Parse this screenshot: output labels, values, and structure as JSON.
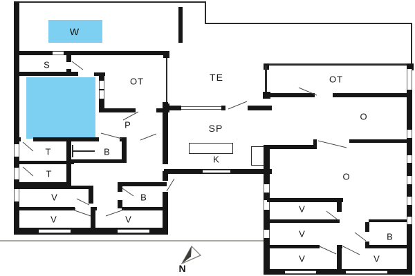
{
  "colors": {
    "water_fill": "#7ed0f2",
    "wall": "#161616",
    "background": "#ffffff"
  },
  "rooms": {
    "w": "W",
    "s": "S",
    "ot_left": "OT",
    "te": "TE",
    "ot_right": "OT",
    "p": "P",
    "sp": "SP",
    "k": "K",
    "o_upper": "O",
    "o_lower": "O",
    "t_upper": "T",
    "t_lower": "T",
    "b_top": "B",
    "b_mid": "B",
    "b_right": "B",
    "v_left_1": "V",
    "v_left_2": "V",
    "v_left_3": "V",
    "v_right_1": "V",
    "v_right_2": "V",
    "v_right_3": "V",
    "v_right_4": "V"
  },
  "compass": {
    "north_label": "N"
  }
}
